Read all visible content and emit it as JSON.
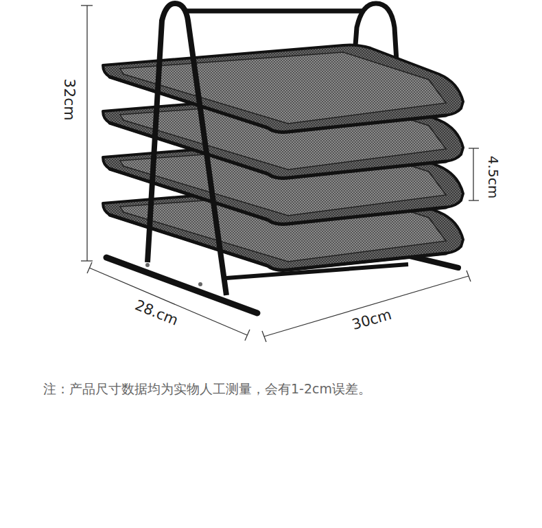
{
  "diagram": {
    "labels": [
      "32cm",
      "4.5cm",
      "28.cm",
      "30cm",
      "注：产品尺寸数据均为实物人工测量，会有1-2cm误差。"
    ]
  }
}
